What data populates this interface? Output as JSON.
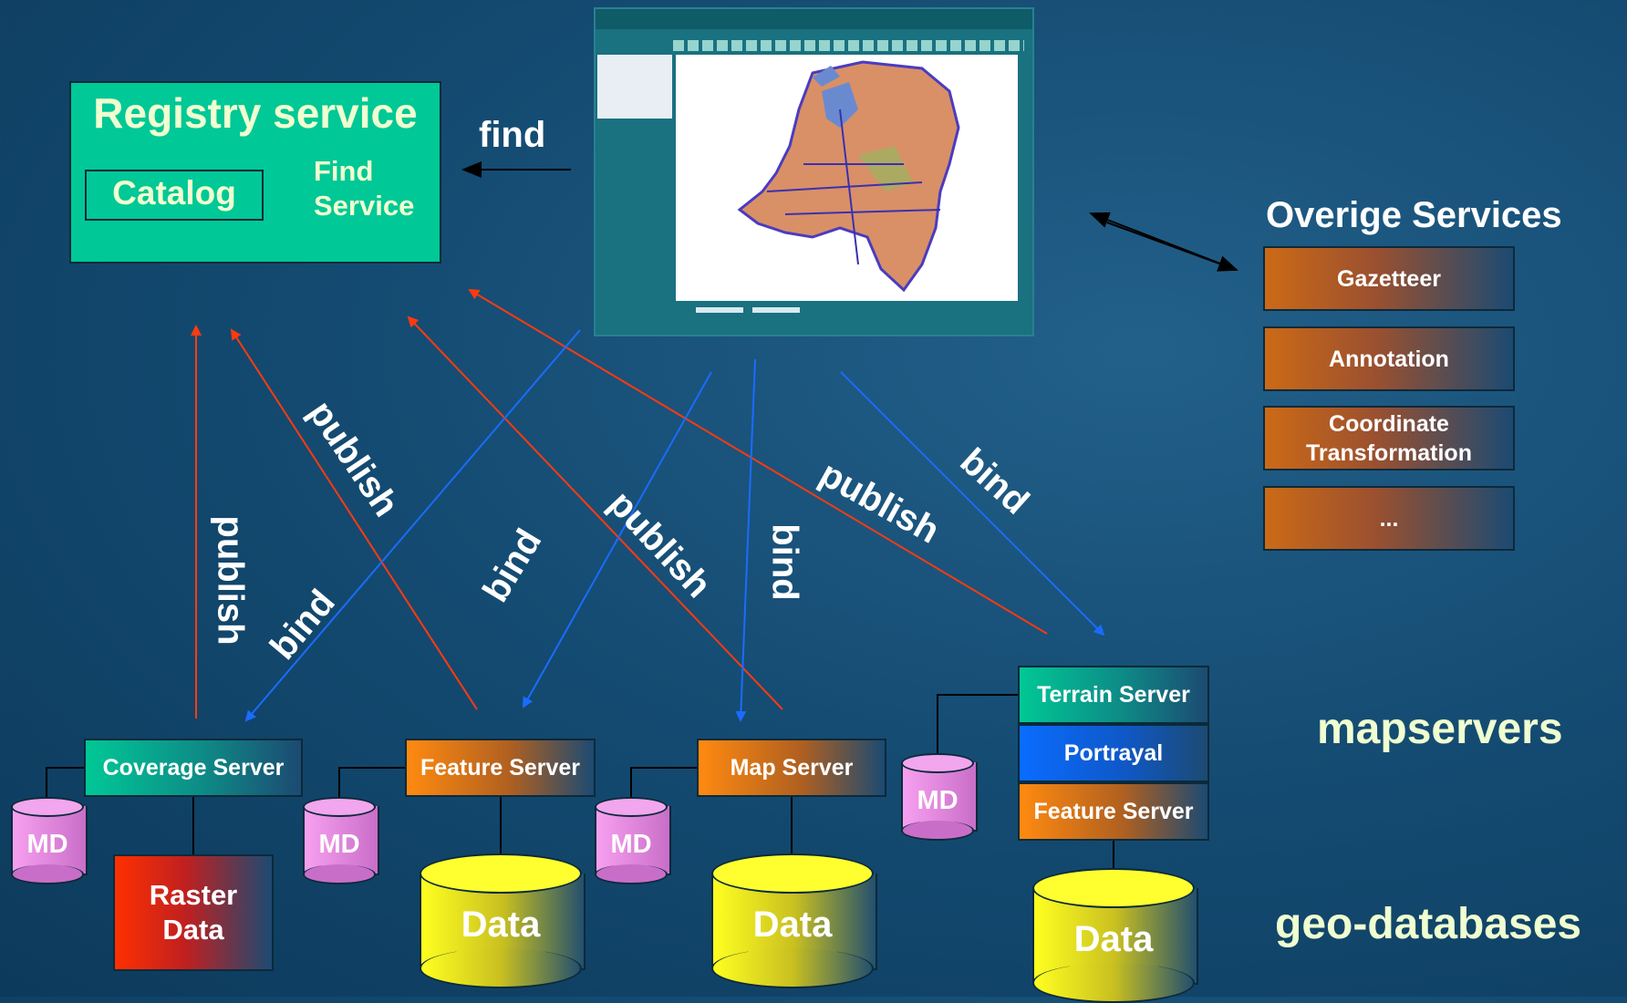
{
  "registry": {
    "title": "Registry service",
    "catalog": "Catalog",
    "find_service_line1": "Find",
    "find_service_line2": "Service"
  },
  "arrows": {
    "find": "find",
    "publish_1": "publish",
    "publish_2": "publish",
    "publish_3": "publish",
    "publish_4": "publish",
    "bind_1": "bind",
    "bind_2": "bind",
    "bind_3": "bind",
    "bind_4": "bind"
  },
  "overige": {
    "heading": "Overige Services",
    "items": [
      "Gazetteer",
      "Annotation",
      "Coordinate Transformation",
      "..."
    ]
  },
  "servers": {
    "coverage": "Coverage Server",
    "feature": "Feature Server",
    "map": "Map Server",
    "terrain_stack": [
      "Terrain Server",
      "Portrayal",
      "Feature Server"
    ]
  },
  "stores": {
    "md": "MD",
    "raster_line1": "Raster",
    "raster_line2": "Data",
    "data": "Data"
  },
  "side_labels": {
    "mapservers": "mapservers",
    "geodatabases": "geo-databases"
  },
  "colors": {
    "background": "#154c73",
    "registry_green": "#00c896",
    "publish_arrow": "#ff3a10",
    "bind_arrow": "#1a6cff"
  }
}
